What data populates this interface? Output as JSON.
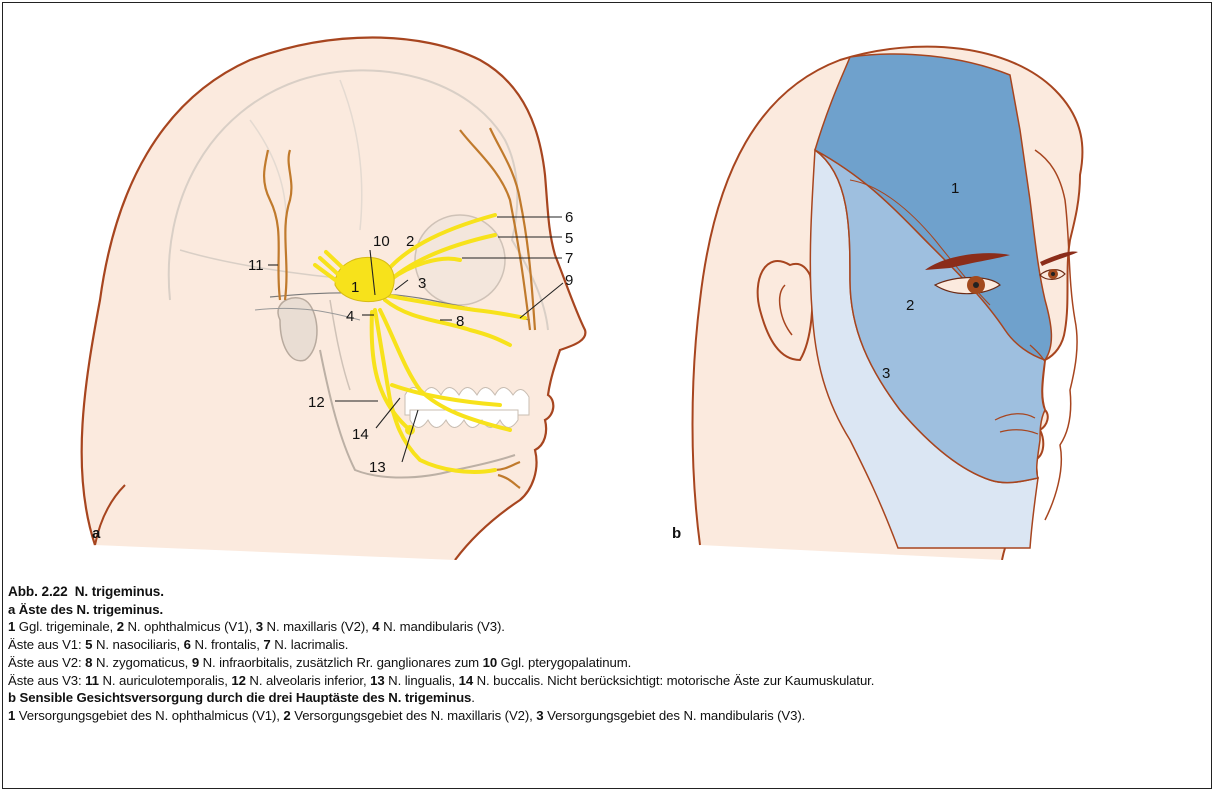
{
  "figure": {
    "panel_a": {
      "letter": "a",
      "labels": [
        "1",
        "2",
        "3",
        "4",
        "5",
        "6",
        "7",
        "8",
        "9",
        "10",
        "11",
        "12",
        "13",
        "14"
      ]
    },
    "panel_b": {
      "letter": "b",
      "zones": [
        "1",
        "2",
        "3"
      ]
    },
    "colors": {
      "nerve": "#f7e21b",
      "nerve_dark": "#c9a40c",
      "vessel": "#c07a2c",
      "skin_outline": "#a7451f",
      "skin": "#fbeade",
      "skull_line": "#d9cfc6",
      "zone_v1": "#6fa1cc",
      "zone_v2": "#9ebfdf",
      "zone_v3": "#dbe6f3",
      "eyebrow": "#8b2d1a",
      "iris": "#a24a1e"
    }
  },
  "caption": {
    "title_prefix": "Abb. 2.22",
    "title_rest": "N. trigeminus.",
    "a_heading": "a Äste des N. trigeminus.",
    "a_line1": [
      {
        "n": "1",
        "t": " Ggl. trigeminale, "
      },
      {
        "n": "2",
        "t": " N. ophthalmicus (V1), "
      },
      {
        "n": "3",
        "t": " N. maxillaris (V2), "
      },
      {
        "n": "4",
        "t": " N. mandibularis (V3)."
      }
    ],
    "a_line2_prefix": "Äste aus V1: ",
    "a_line2": [
      {
        "n": "5",
        "t": " N. nasociliaris, "
      },
      {
        "n": "6",
        "t": " N. frontalis, "
      },
      {
        "n": "7",
        "t": " N. lacrimalis."
      }
    ],
    "a_line3_prefix": "Äste aus V2: ",
    "a_line3": [
      {
        "n": "8",
        "t": " N. zygomaticus, "
      },
      {
        "n": "9",
        "t": " N. infraorbitalis, zusätzlich Rr. ganglionares zum "
      },
      {
        "n": "10",
        "t": " Ggl. pterygopalatinum."
      }
    ],
    "a_line4_prefix": "Äste aus V3: ",
    "a_line4": [
      {
        "n": "11",
        "t": " N. auriculotemporalis, "
      },
      {
        "n": "12",
        "t": " N. alveolaris inferior, "
      },
      {
        "n": "13",
        "t": " N. lingualis, "
      },
      {
        "n": "14",
        "t": " N. buccalis. Nicht berücksichtigt: motorische Äste zur Kaumuskulatur."
      }
    ],
    "b_heading": "b Sensible Gesichtsversorgung durch die drei Hauptäste des N. trigeminus",
    "b_heading_end": ".",
    "b_line1": [
      {
        "n": "1",
        "t": " Versorgungsgebiet des N. ophthalmicus (V1), "
      },
      {
        "n": "2",
        "t": " Versorgungsgebiet des N. maxillaris (V2), "
      },
      {
        "n": "3",
        "t": " Versorgungsgebiet des N. mandibularis (V3)."
      }
    ]
  }
}
